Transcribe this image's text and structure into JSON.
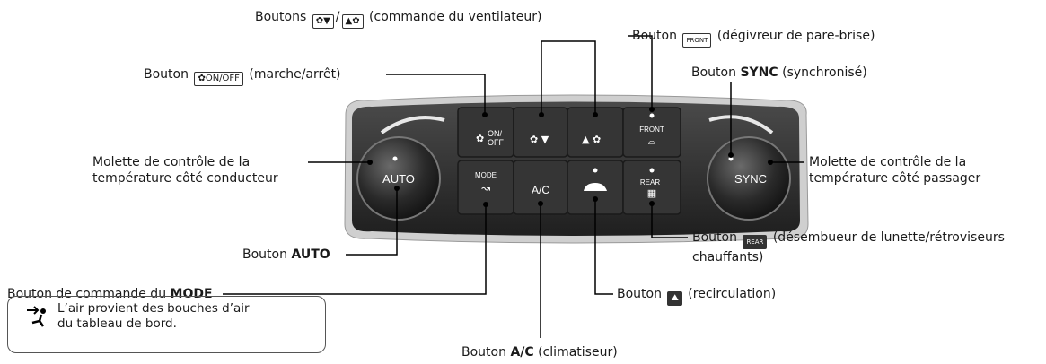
{
  "labels": {
    "fan": {
      "prefix": "Boutons",
      "icon_down": "✿▼",
      "sep": "/",
      "icon_up": "▲✿",
      "suffix": "(commande du ventilateur)"
    },
    "onoff": {
      "prefix": "Bouton",
      "icon_fan": "✿",
      "icon_text": "ON/OFF",
      "suffix": "(marche/arrêt)"
    },
    "front": {
      "prefix": "Bouton",
      "icon_text": "FRONT",
      "suffix": "(dégivreur de pare-brise)"
    },
    "sync": {
      "prefix": "Bouton",
      "bold": "SYNC",
      "suffix": "(synchronisé)"
    },
    "driver_dial": {
      "line1": "Molette de contrôle de la",
      "line2": "température côté conducteur"
    },
    "passenger_dial": {
      "line1": "Molette de contrôle de la",
      "line2": "température côté passager"
    },
    "auto": {
      "prefix": "Bouton",
      "bold": "AUTO"
    },
    "rear": {
      "prefix": "Bouton",
      "icon_text": "REAR",
      "line1_suffix": "(désembueur de lunette/rétroviseurs",
      "line2": "chauffants)"
    },
    "mode": {
      "prefix": "Bouton de commande du",
      "bold": "MODE"
    },
    "recirc": {
      "prefix": "Bouton",
      "suffix": "(recirculation)"
    },
    "ac": {
      "prefix": "Bouton",
      "bold": "A/C",
      "suffix": "(climatiseur)"
    }
  },
  "panel": {
    "left_dial": "AUTO",
    "right_dial": "SYNC",
    "btn_onoff_on": "ON/",
    "btn_onoff_off": "OFF",
    "btn_mode": "MODE",
    "btn_ac": "A/C",
    "btn_front": "FRONT",
    "btn_rear": "REAR"
  },
  "note": {
    "line1": "L’air provient des bouches d’air",
    "line2": "du tableau de bord."
  },
  "colors": {
    "panel": "#2b2b2b",
    "button": "#3a3a3a",
    "rim": "#bfbfbf"
  }
}
